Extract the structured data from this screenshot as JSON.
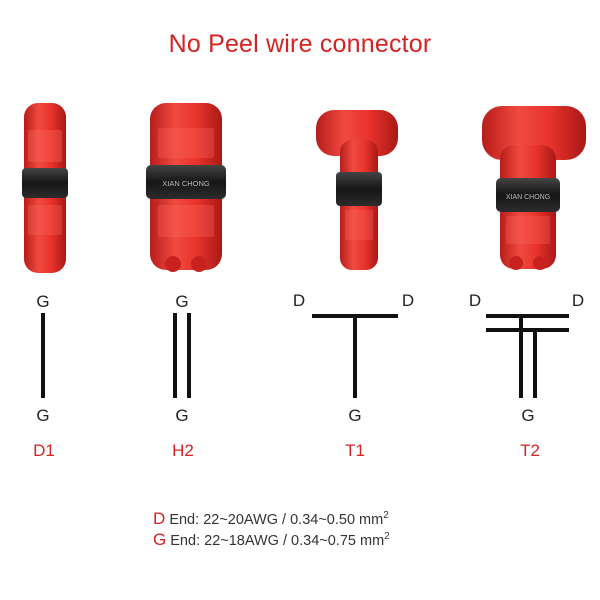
{
  "title": "No Peel wire connector",
  "colors": {
    "title": "#d42323",
    "connector_body": "#e8332c",
    "band": "#1e1e1e",
    "diagram_line": "#111111",
    "model_label": "#d42323"
  },
  "connectors": [
    {
      "model": "D1",
      "band_text": "",
      "top_ends": [
        "G"
      ],
      "bottom_ends": [
        "G"
      ]
    },
    {
      "model": "H2",
      "band_text": "XIAN CHONG",
      "top_ends": [
        "G"
      ],
      "bottom_ends": [
        "G"
      ]
    },
    {
      "model": "T1",
      "band_text": "",
      "top_ends": [
        "D",
        "D"
      ],
      "bottom_ends": [
        "G"
      ]
    },
    {
      "model": "T2",
      "band_text": "XIAN CHONG",
      "top_ends": [
        "D",
        "D"
      ],
      "bottom_ends": [
        "G"
      ]
    }
  ],
  "legend": [
    {
      "key": "D",
      "label": "End:",
      "spec": "22~20AWG / 0.34~0.50 mm",
      "sup": "2"
    },
    {
      "key": "G",
      "label": "End:",
      "spec": "22~18AWG / 0.34~0.75 mm",
      "sup": "2"
    }
  ]
}
